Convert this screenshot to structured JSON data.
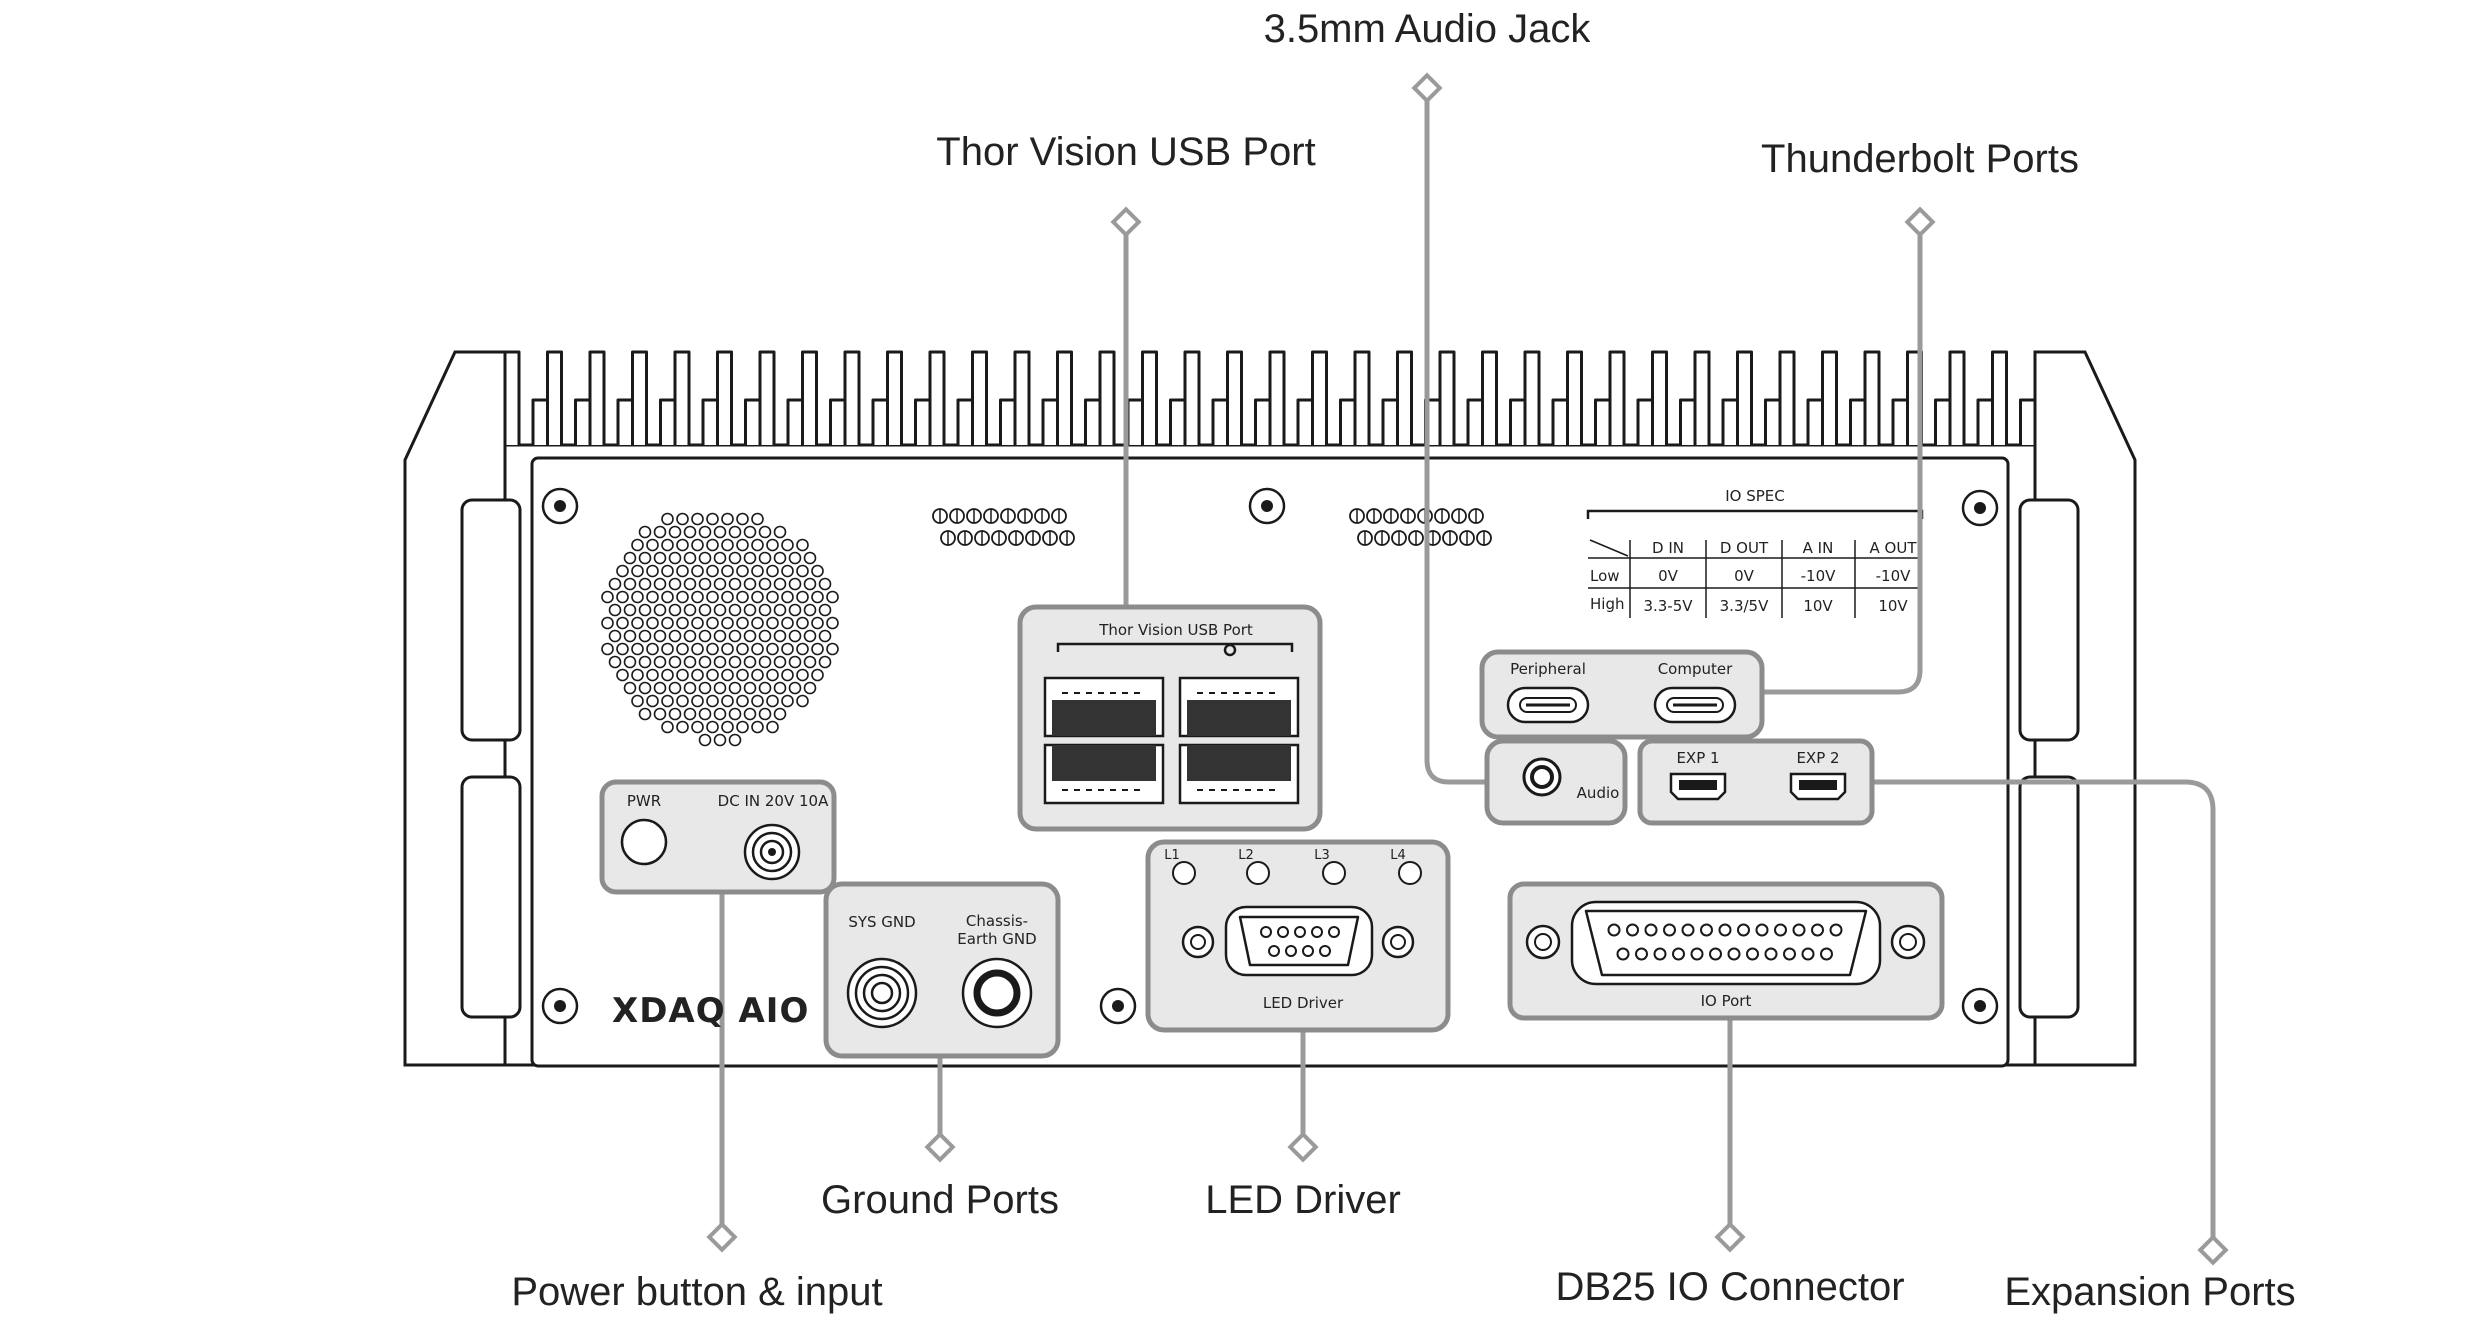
{
  "callouts": {
    "audio_jack": "3.5mm Audio Jack",
    "thor_usb": "Thor Vision USB Port",
    "thunderbolt": "Thunderbolt Ports",
    "ground": "Ground Ports",
    "led_driver": "LED Driver",
    "power": "Power button & input",
    "db25": "DB25 IO Connector",
    "expansion": "Expansion Ports"
  },
  "panel": {
    "brand": "XDAQ AIO",
    "thor_usb_label": "Thor Vision USB Port",
    "pwr_label": "PWR",
    "dc_in_label": "DC IN 20V 10A",
    "sys_gnd_label": "SYS GND",
    "chassis_gnd_label_1": "Chassis-",
    "chassis_gnd_label_2": "Earth GND",
    "led_driver_label": "LED Driver",
    "led_labels": [
      "L1",
      "L2",
      "L3",
      "L4"
    ],
    "io_port_label": "IO Port",
    "peripheral_label": "Peripheral",
    "computer_label": "Computer",
    "audio_label": "Audio",
    "exp1_label": "EXP 1",
    "exp2_label": "EXP 2"
  },
  "io_spec": {
    "title": "IO SPEC",
    "columns": [
      "D IN",
      "D OUT",
      "A IN",
      "A OUT"
    ],
    "rows": [
      {
        "label": "Low",
        "values": [
          "0V",
          "0V",
          "-10V",
          "-10V"
        ]
      },
      {
        "label": "High",
        "values": [
          "3.3-5V",
          "3.3/5V",
          "10V",
          "10V"
        ]
      }
    ]
  },
  "colors": {
    "outline": "#1a1a1a",
    "panel_fill": "#e8e8e8",
    "callout_line": "#9a9a9a"
  }
}
